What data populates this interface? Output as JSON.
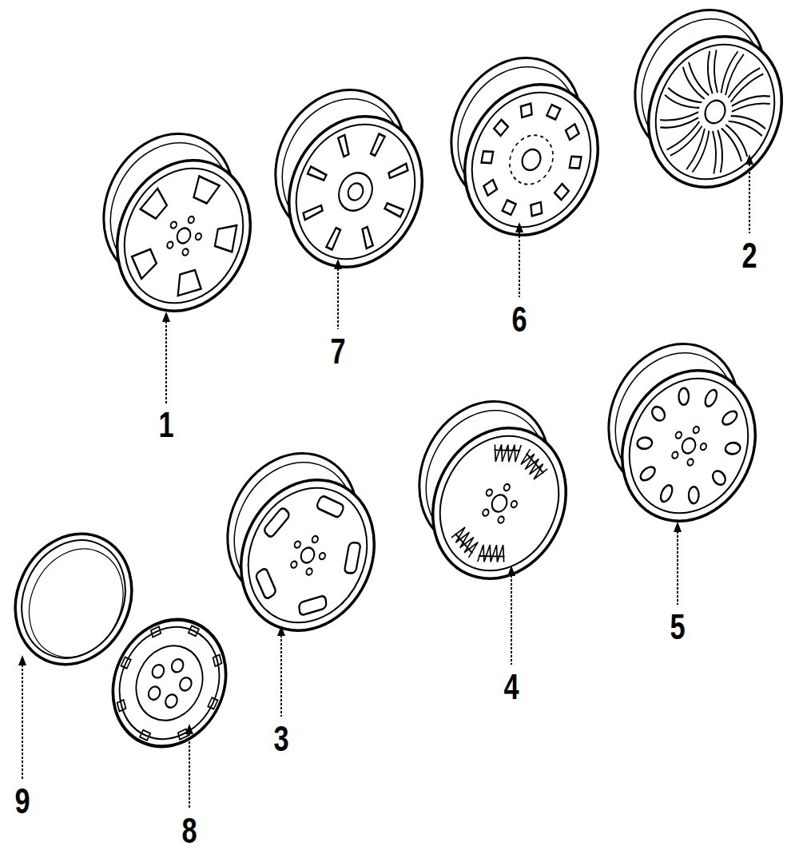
{
  "diagram": {
    "labels": [
      "1",
      "7",
      "6",
      "2",
      "3",
      "4",
      "5",
      "9",
      "8"
    ]
  }
}
